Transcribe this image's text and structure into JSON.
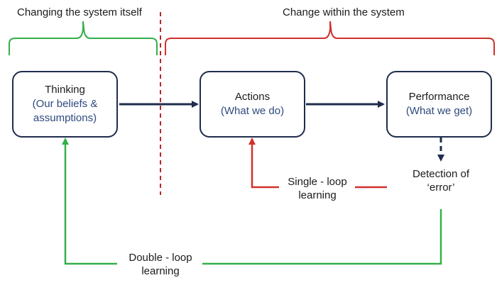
{
  "header": {
    "left_label": "Changing the system itself",
    "right_label": "Change within the system"
  },
  "boxes": {
    "thinking": {
      "title": "Thinking",
      "subtitle_line1": "(Our beliefs &",
      "subtitle_line2": "assumptions)"
    },
    "actions": {
      "title": "Actions",
      "subtitle": "(What we do)"
    },
    "performance": {
      "title": "Performance",
      "subtitle": "(What we get)"
    }
  },
  "detection": {
    "line1": "Detection of",
    "line2": "‘error’"
  },
  "single_loop": {
    "line1": "Single - loop",
    "line2": "learning"
  },
  "double_loop": {
    "line1": "Double - loop",
    "line2": "learning"
  },
  "colors": {
    "box_border": "#1f2d4d",
    "subtitle_blue": "#2e4a7d",
    "arrow_navy": "#1f2d4d",
    "red": "#d0312d",
    "green": "#34b04a",
    "divider_dashed": "#b5282a"
  }
}
